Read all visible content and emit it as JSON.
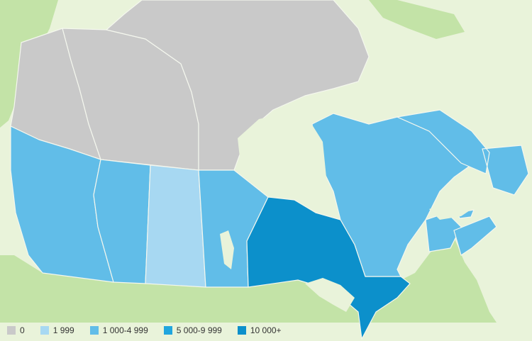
{
  "colors": {
    "background": "#e9f3da",
    "us_land": "#c3e3a7",
    "water": "#e9f3da",
    "border": "#f4f7ee",
    "text": "#333333"
  },
  "legend": [
    {
      "label": "0",
      "color": "#c9c9c9"
    },
    {
      "label": "1 999",
      "color": "#a7d8f2"
    },
    {
      "label": "1 000-4 999",
      "color": "#61bde8"
    },
    {
      "label": "5 000-9 999",
      "color": "#20a6de"
    },
    {
      "label": "10 000+",
      "color": "#0c90cb"
    }
  ],
  "regions": [
    {
      "name": "Yukon",
      "class": 0
    },
    {
      "name": "Northwest Territories",
      "class": 0
    },
    {
      "name": "Nunavut",
      "class": 0
    },
    {
      "name": "British Columbia",
      "class": 2
    },
    {
      "name": "Alberta",
      "class": 2
    },
    {
      "name": "Saskatchewan",
      "class": 1
    },
    {
      "name": "Manitoba",
      "class": 2
    },
    {
      "name": "Ontario",
      "class": 4
    },
    {
      "name": "Quebec",
      "class": 2
    },
    {
      "name": "Newfoundland and Labrador",
      "class": 2
    },
    {
      "name": "New Brunswick",
      "class": 2
    },
    {
      "name": "Nova Scotia",
      "class": 2
    },
    {
      "name": "Prince Edward Island",
      "class": 2
    }
  ]
}
